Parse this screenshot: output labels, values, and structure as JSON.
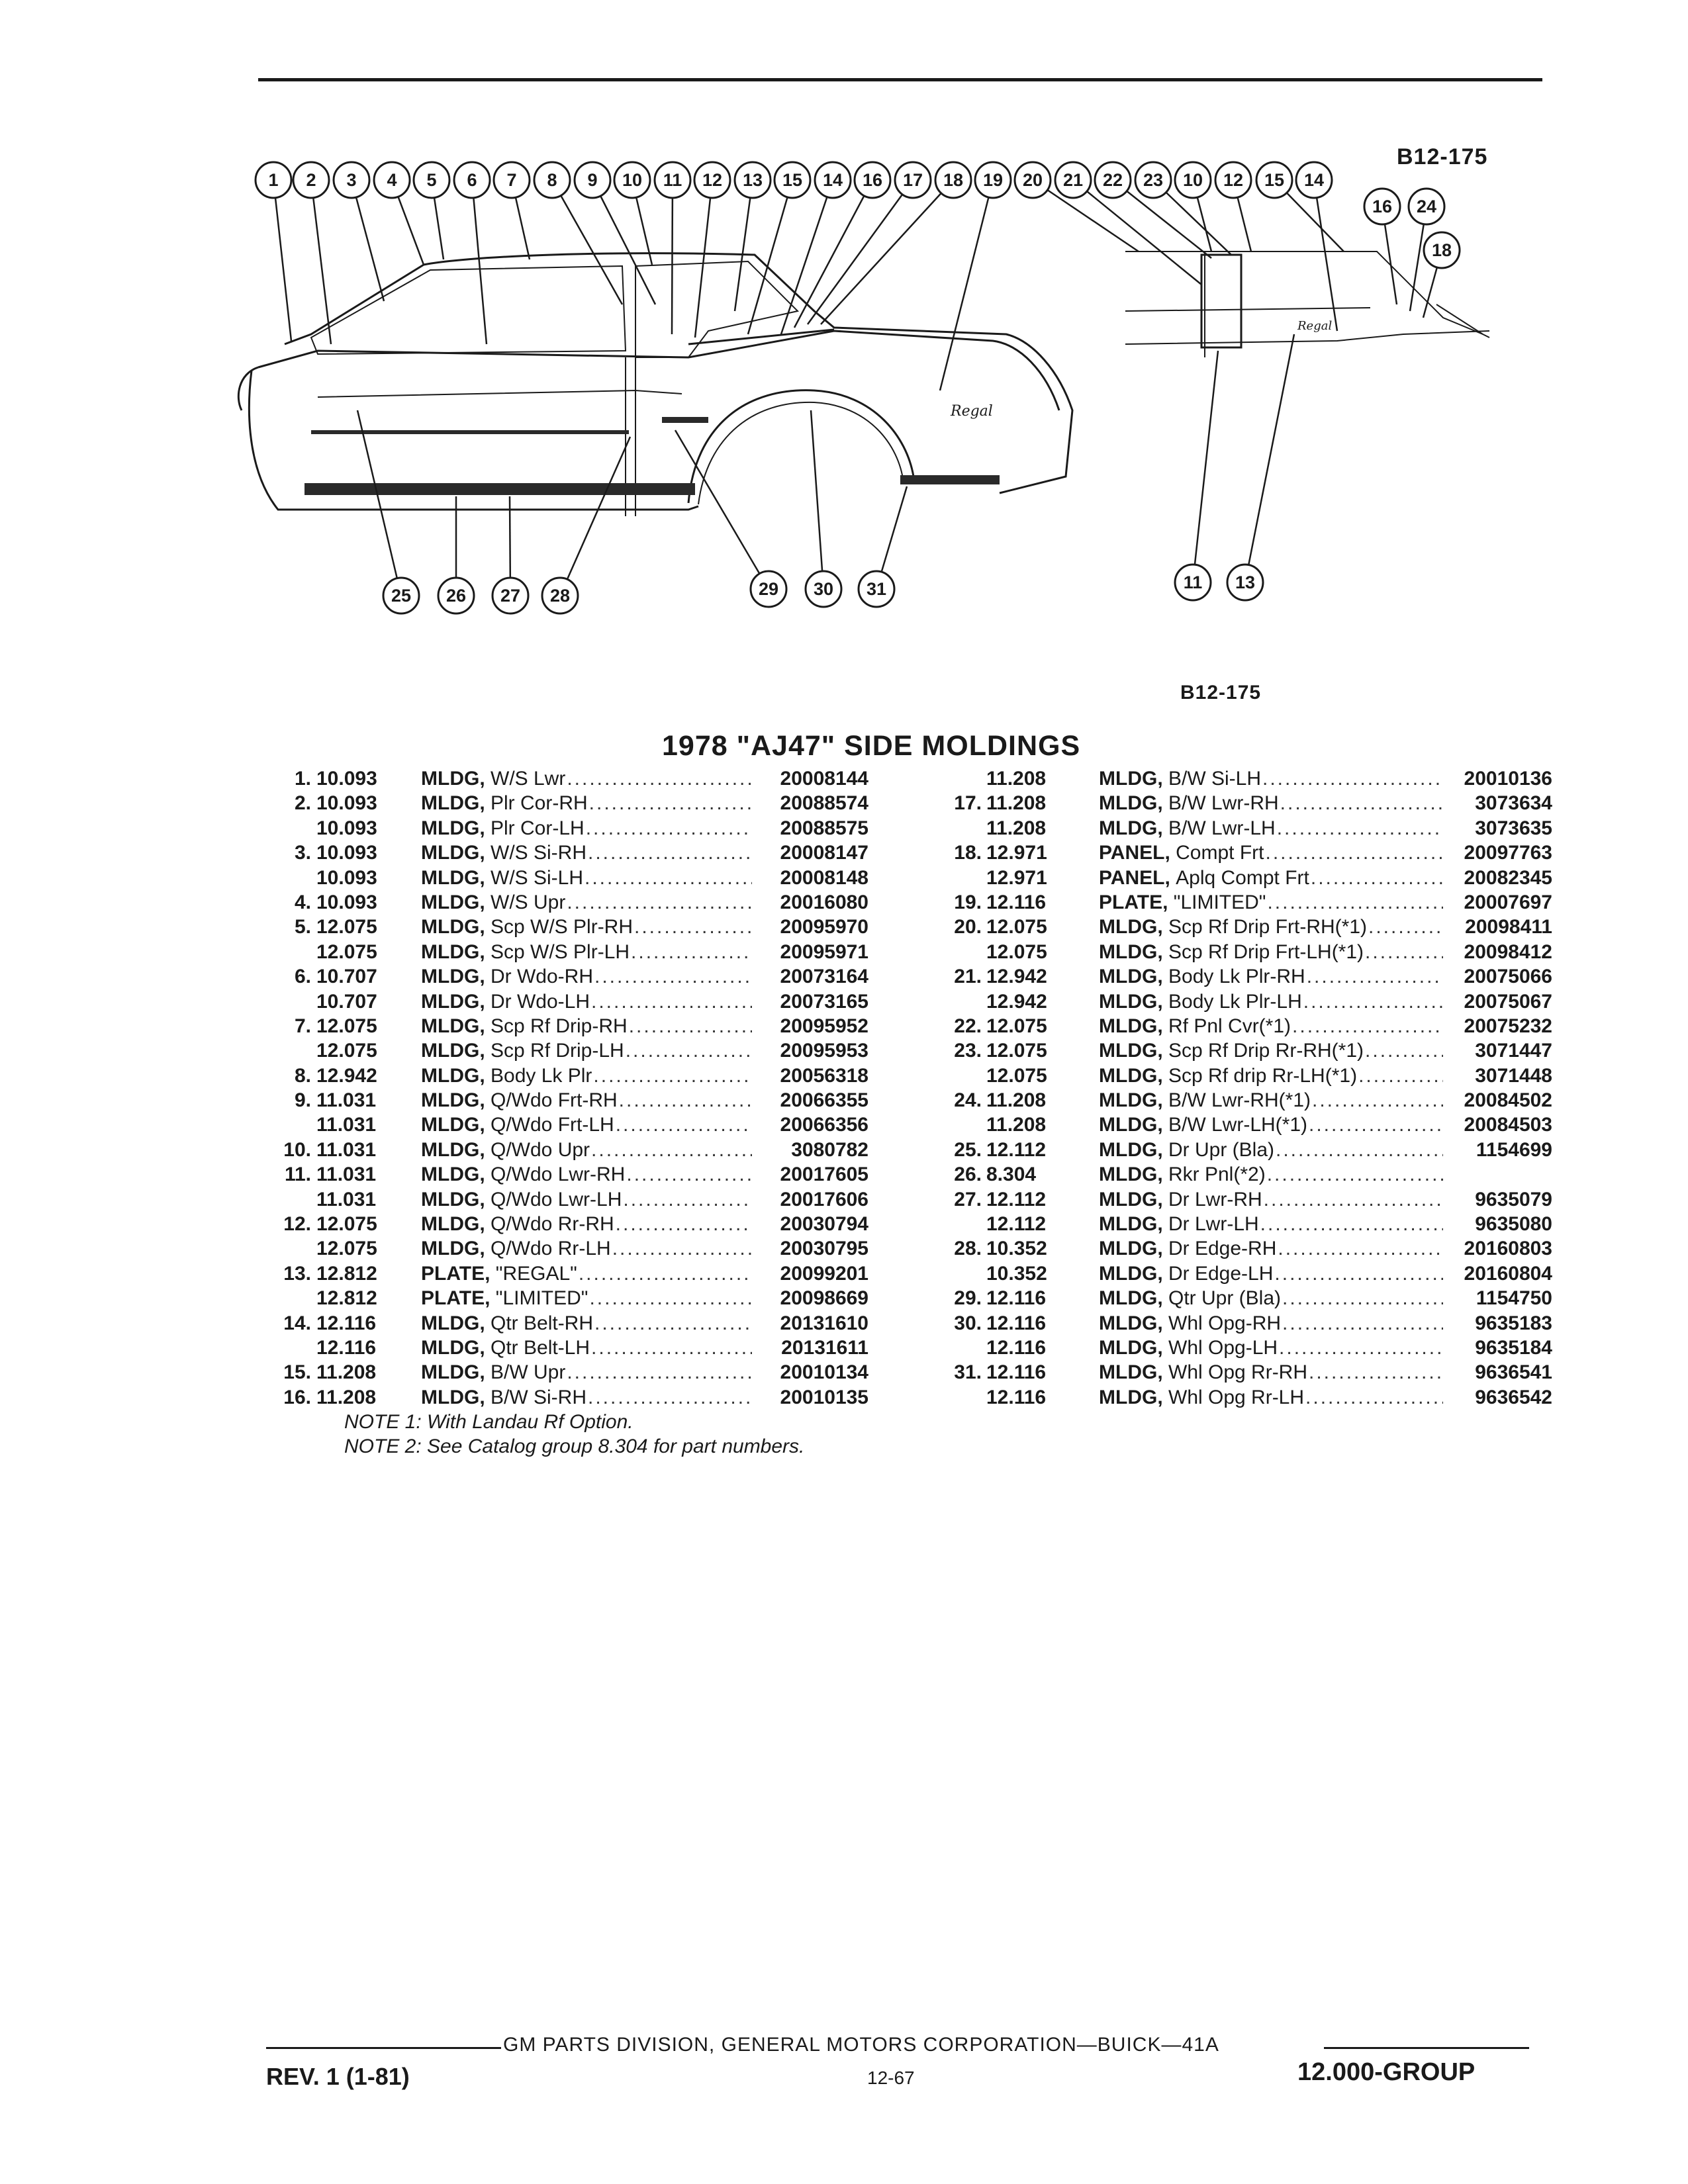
{
  "header": {
    "ref_code": "B12-175"
  },
  "diagram": {
    "ref_code": "B12-175",
    "badge_regal": "Regal",
    "callouts": {
      "top_main": [
        "1",
        "2",
        "3",
        "4",
        "5",
        "6",
        "7",
        "8",
        "9",
        "10",
        "11",
        "12",
        "13",
        "15",
        "14",
        "16",
        "17",
        "18",
        "19"
      ],
      "top_right": [
        "20",
        "21",
        "22",
        "23",
        "10",
        "12",
        "15",
        "14"
      ],
      "right_stack": [
        "16",
        "24",
        "18"
      ],
      "bottom_left": [
        "25",
        "26",
        "27",
        "28"
      ],
      "bottom_mid": [
        "29",
        "30",
        "31"
      ],
      "bottom_right": [
        "11",
        "13"
      ]
    }
  },
  "title": "1978 \"AJ47\" SIDE MOLDINGS",
  "columns": {
    "left": [
      {
        "idx": "1.",
        "grp": "10.093",
        "cat": "MLDG,",
        "name": "W/S Lwr",
        "pn": "20008144"
      },
      {
        "idx": "2.",
        "grp": "10.093",
        "cat": "MLDG,",
        "name": "Plr Cor-RH",
        "pn": "20088574"
      },
      {
        "idx": "",
        "grp": "10.093",
        "cat": "MLDG,",
        "name": "Plr Cor-LH",
        "pn": "20088575"
      },
      {
        "idx": "3.",
        "grp": "10.093",
        "cat": "MLDG,",
        "name": "W/S Si-RH",
        "pn": "20008147"
      },
      {
        "idx": "",
        "grp": "10.093",
        "cat": "MLDG,",
        "name": "W/S Si-LH",
        "pn": "20008148"
      },
      {
        "idx": "4.",
        "grp": "10.093",
        "cat": "MLDG,",
        "name": "W/S Upr",
        "pn": "20016080"
      },
      {
        "idx": "5.",
        "grp": "12.075",
        "cat": "MLDG,",
        "name": "Scp W/S Plr-RH",
        "pn": "20095970"
      },
      {
        "idx": "",
        "grp": "12.075",
        "cat": "MLDG,",
        "name": "Scp W/S Plr-LH",
        "pn": "20095971"
      },
      {
        "idx": "6.",
        "grp": "10.707",
        "cat": "MLDG,",
        "name": "Dr Wdo-RH",
        "pn": "20073164"
      },
      {
        "idx": "",
        "grp": "10.707",
        "cat": "MLDG,",
        "name": "Dr Wdo-LH",
        "pn": "20073165"
      },
      {
        "idx": "7.",
        "grp": "12.075",
        "cat": "MLDG,",
        "name": "Scp Rf Drip-RH",
        "pn": "20095952"
      },
      {
        "idx": "",
        "grp": "12.075",
        "cat": "MLDG,",
        "name": "Scp Rf Drip-LH",
        "pn": "20095953"
      },
      {
        "idx": "8.",
        "grp": "12.942",
        "cat": "MLDG,",
        "name": "Body Lk Plr",
        "pn": "20056318"
      },
      {
        "idx": "9.",
        "grp": "11.031",
        "cat": "MLDG,",
        "name": "Q/Wdo Frt-RH",
        "pn": "20066355"
      },
      {
        "idx": "",
        "grp": "11.031",
        "cat": "MLDG,",
        "name": "Q/Wdo Frt-LH",
        "pn": "20066356"
      },
      {
        "idx": "10.",
        "grp": "11.031",
        "cat": "MLDG,",
        "name": "Q/Wdo Upr",
        "pn": "3080782"
      },
      {
        "idx": "11.",
        "grp": "11.031",
        "cat": "MLDG,",
        "name": "Q/Wdo Lwr-RH",
        "pn": "20017605"
      },
      {
        "idx": "",
        "grp": "11.031",
        "cat": "MLDG,",
        "name": "Q/Wdo Lwr-LH",
        "pn": "20017606"
      },
      {
        "idx": "12.",
        "grp": "12.075",
        "cat": "MLDG,",
        "name": "Q/Wdo Rr-RH",
        "pn": "20030794"
      },
      {
        "idx": "",
        "grp": "12.075",
        "cat": "MLDG,",
        "name": "Q/Wdo Rr-LH",
        "pn": "20030795"
      },
      {
        "idx": "13.",
        "grp": "12.812",
        "cat": "PLATE,",
        "name": "\"REGAL\"",
        "pn": "20099201"
      },
      {
        "idx": "",
        "grp": "12.812",
        "cat": "PLATE,",
        "name": "\"LIMITED\"",
        "pn": "20098669"
      },
      {
        "idx": "14.",
        "grp": "12.116",
        "cat": "MLDG,",
        "name": "Qtr Belt-RH",
        "pn": "20131610"
      },
      {
        "idx": "",
        "grp": "12.116",
        "cat": "MLDG,",
        "name": "Qtr Belt-LH",
        "pn": "20131611"
      },
      {
        "idx": "15.",
        "grp": "11.208",
        "cat": "MLDG,",
        "name": "B/W Upr",
        "pn": "20010134"
      },
      {
        "idx": "16.",
        "grp": "11.208",
        "cat": "MLDG,",
        "name": "B/W Si-RH",
        "pn": "20010135"
      }
    ],
    "right": [
      {
        "idx": "",
        "grp": "11.208",
        "cat": "MLDG,",
        "name": "B/W Si-LH",
        "pn": "20010136"
      },
      {
        "idx": "17.",
        "grp": "11.208",
        "cat": "MLDG,",
        "name": "B/W Lwr-RH",
        "pn": "3073634"
      },
      {
        "idx": "",
        "grp": "11.208",
        "cat": "MLDG,",
        "name": "B/W Lwr-LH",
        "pn": "3073635"
      },
      {
        "idx": "18.",
        "grp": "12.971",
        "cat": "PANEL,",
        "name": "Compt Frt",
        "pn": "20097763"
      },
      {
        "idx": "",
        "grp": "12.971",
        "cat": "PANEL,",
        "name": "Aplq Compt Frt",
        "pn": "20082345"
      },
      {
        "idx": "19.",
        "grp": "12.116",
        "cat": "PLATE,",
        "name": "\"LIMITED\"",
        "pn": "20007697"
      },
      {
        "idx": "20.",
        "grp": "12.075",
        "cat": "MLDG,",
        "name": "Scp Rf Drip Frt-RH(*1)",
        "pn": "20098411"
      },
      {
        "idx": "",
        "grp": "12.075",
        "cat": "MLDG,",
        "name": "Scp Rf Drip Frt-LH(*1)",
        "pn": "20098412"
      },
      {
        "idx": "21.",
        "grp": "12.942",
        "cat": "MLDG,",
        "name": "Body Lk Plr-RH",
        "pn": "20075066"
      },
      {
        "idx": "",
        "grp": "12.942",
        "cat": "MLDG,",
        "name": "Body Lk Plr-LH",
        "pn": "20075067"
      },
      {
        "idx": "22.",
        "grp": "12.075",
        "cat": "MLDG,",
        "name": "Rf Pnl Cvr(*1)",
        "pn": "20075232"
      },
      {
        "idx": "23.",
        "grp": "12.075",
        "cat": "MLDG,",
        "name": "Scp Rf Drip Rr-RH(*1)",
        "pn": "3071447"
      },
      {
        "idx": "",
        "grp": "12.075",
        "cat": "MLDG,",
        "name": "Scp Rf drip Rr-LH(*1)",
        "pn": "3071448"
      },
      {
        "idx": "24.",
        "grp": "11.208",
        "cat": "MLDG,",
        "name": "B/W Lwr-RH(*1)",
        "pn": "20084502"
      },
      {
        "idx": "",
        "grp": "11.208",
        "cat": "MLDG,",
        "name": "B/W Lwr-LH(*1)",
        "pn": "20084503"
      },
      {
        "idx": "25.",
        "grp": "12.112",
        "cat": "MLDG,",
        "name": "Dr Upr (Bla)",
        "pn": "1154699"
      },
      {
        "idx": "26.",
        "grp": "8.304",
        "cat": "MLDG,",
        "name": "Rkr Pnl(*2)",
        "pn": ""
      },
      {
        "idx": "27.",
        "grp": "12.112",
        "cat": "MLDG,",
        "name": "Dr Lwr-RH",
        "pn": "9635079"
      },
      {
        "idx": "",
        "grp": "12.112",
        "cat": "MLDG,",
        "name": "Dr Lwr-LH",
        "pn": "9635080"
      },
      {
        "idx": "28.",
        "grp": "10.352",
        "cat": "MLDG,",
        "name": "Dr Edge-RH",
        "pn": "20160803"
      },
      {
        "idx": "",
        "grp": "10.352",
        "cat": "MLDG,",
        "name": "Dr Edge-LH",
        "pn": "20160804"
      },
      {
        "idx": "29.",
        "grp": "12.116",
        "cat": "MLDG,",
        "name": "Qtr Upr (Bla)",
        "pn": "1154750"
      },
      {
        "idx": "30.",
        "grp": "12.116",
        "cat": "MLDG,",
        "name": "Whl Opg-RH",
        "pn": "9635183"
      },
      {
        "idx": "",
        "grp": "12.116",
        "cat": "MLDG,",
        "name": "Whl Opg-LH",
        "pn": "9635184"
      },
      {
        "idx": "31.",
        "grp": "12.116",
        "cat": "MLDG,",
        "name": "Whl Opg Rr-RH",
        "pn": "9636541"
      },
      {
        "idx": "",
        "grp": "12.116",
        "cat": "MLDG,",
        "name": "Whl Opg Rr-LH",
        "pn": "9636542"
      }
    ]
  },
  "notes": [
    "NOTE 1: With Landau Rf Option.",
    "NOTE 2: See Catalog group 8.304 for part numbers."
  ],
  "footer": {
    "center": "GM PARTS DIVISION, GENERAL MOTORS CORPORATION—BUICK—41A",
    "rev": "REV. 1 (1-81)",
    "page": "12-67",
    "group": "12.000-GROUP"
  }
}
